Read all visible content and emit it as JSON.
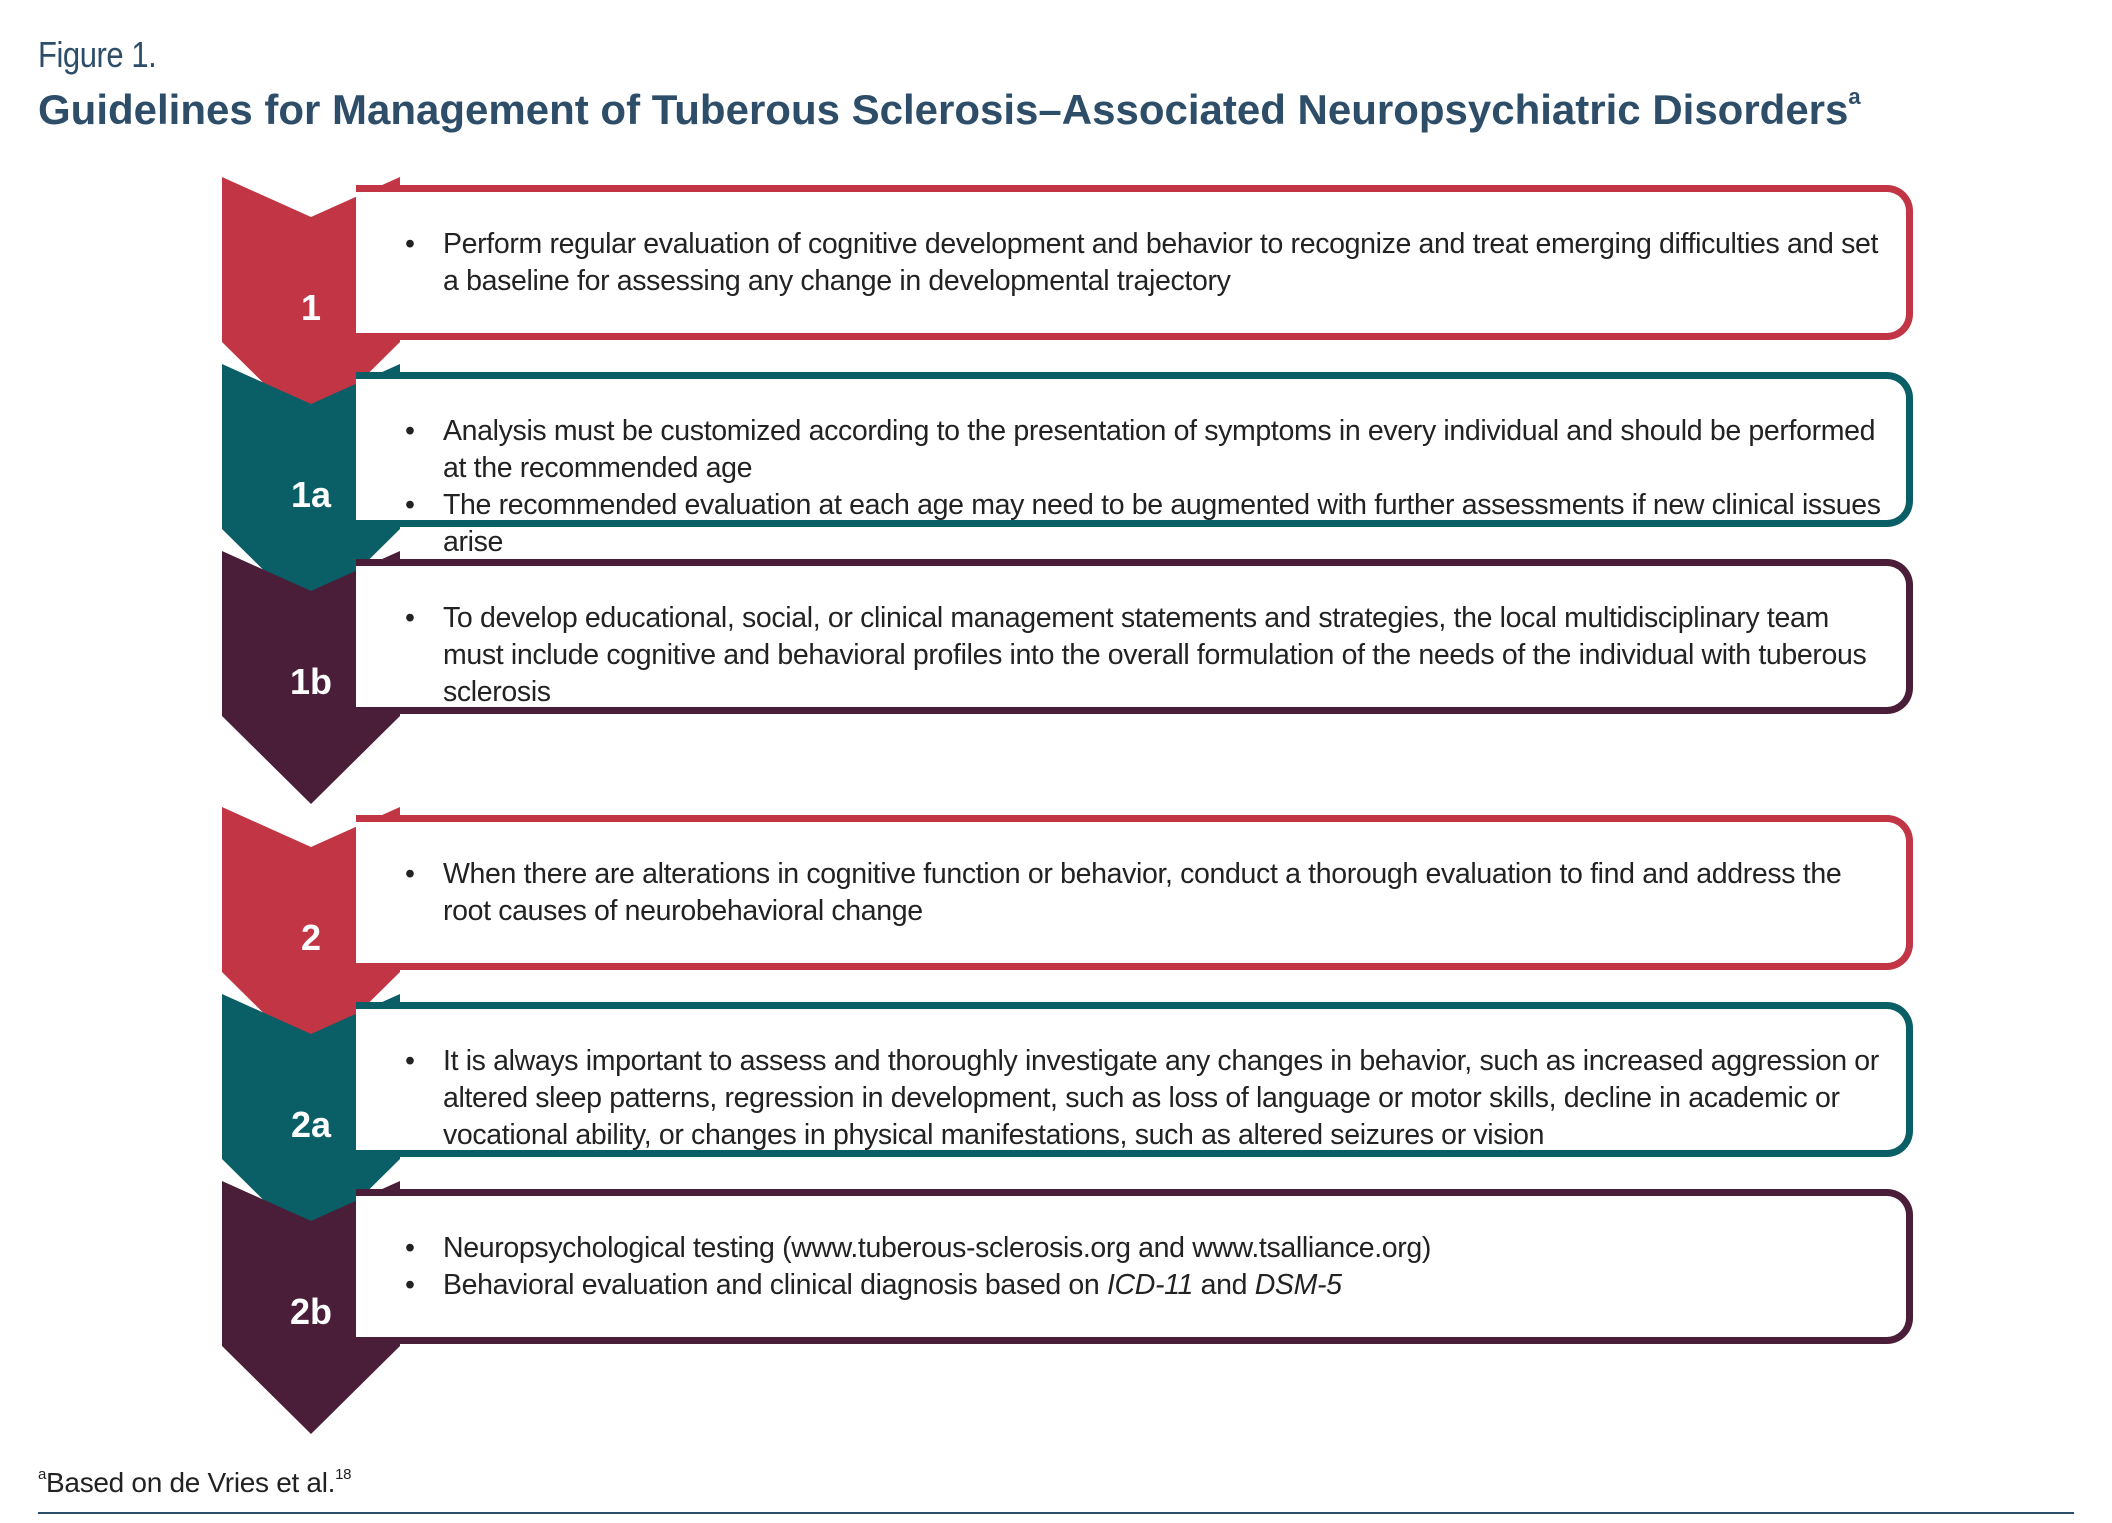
{
  "figure": {
    "label": "Figure 1.",
    "title": "Guidelines for Management of Tuberous Sclerosis–Associated Neuropsychiatric Disorders",
    "title_marker": "a"
  },
  "colors": {
    "red": "#c23545",
    "teal": "#0a5e66",
    "plum": "#4a1d38",
    "title": "#2d4d68"
  },
  "steps": [
    {
      "id": "1",
      "color": "red",
      "bullets": [
        "Perform regular evaluation of cognitive development and behavior to recognize and treat emerging difficulties and set a baseline for assessing any change in developmental trajectory"
      ]
    },
    {
      "id": "1a",
      "color": "teal",
      "bullets": [
        "Analysis must be customized according to the presentation of symptoms in every individual and should be performed at the recommended age",
        "The recommended  evaluation at each age may need to be augmented with further assessments if new clinical issues arise"
      ]
    },
    {
      "id": "1b",
      "color": "plum",
      "bullets": [
        "To develop educational, social, or clinical management statements and strategies, the local multidisciplinary team must include cognitive and behavioral profiles into the overall formulation of the needs of the individual with tuberous sclerosis"
      ]
    },
    {
      "id": "2",
      "color": "red",
      "bullets": [
        "When there are alterations in cognitive function or behavior, conduct a thorough evaluation to find and address the root causes of neurobehavioral change"
      ]
    },
    {
      "id": "2a",
      "color": "teal",
      "bullets": [
        "It is always important to assess and thoroughly investigate any changes in behavior, such as increased aggression or altered sleep patterns, regression in development, such as loss of language or motor skills, decline in academic or vocational ability, or changes in physical manifestations, such as altered seizures or vision"
      ]
    },
    {
      "id": "2b",
      "color": "plum",
      "bullets": [
        "Neuropsychological testing (www.tuberous-sclerosis.org and www.tsalliance.org)",
        "Behavioral evaluation and clinical diagnosis based on ICD-11 and DSM-5"
      ]
    }
  ],
  "footnote": {
    "marker": "a",
    "text": "Based on de Vries et al.",
    "ref": "18"
  }
}
